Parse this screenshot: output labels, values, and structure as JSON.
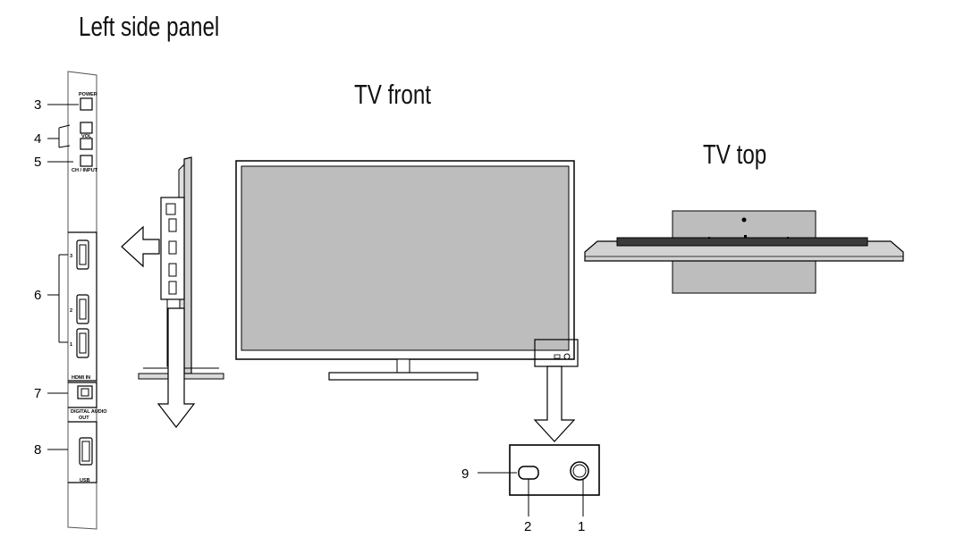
{
  "titles": {
    "left_side_panel": "Left side panel",
    "tv_front": "TV front",
    "tv_top": "TV top"
  },
  "side_panel_labels": {
    "power": "POWER",
    "vol": "VOL",
    "ch_input": "CH / INPUT",
    "hdmi_in": "HDMI IN",
    "hdmi_port_3": "3",
    "hdmi_port_2": "2",
    "hdmi_port_1": "1",
    "digital_audio_out_line1": "DIGITAL AUDIO",
    "digital_audio_out_line2": "OUT",
    "usb": "USB"
  },
  "callouts": {
    "c3": "3",
    "c4": "4",
    "c5": "5",
    "c6": "6",
    "c7": "7",
    "c8": "8",
    "c9": "9",
    "c2": "2",
    "c1": "1"
  }
}
